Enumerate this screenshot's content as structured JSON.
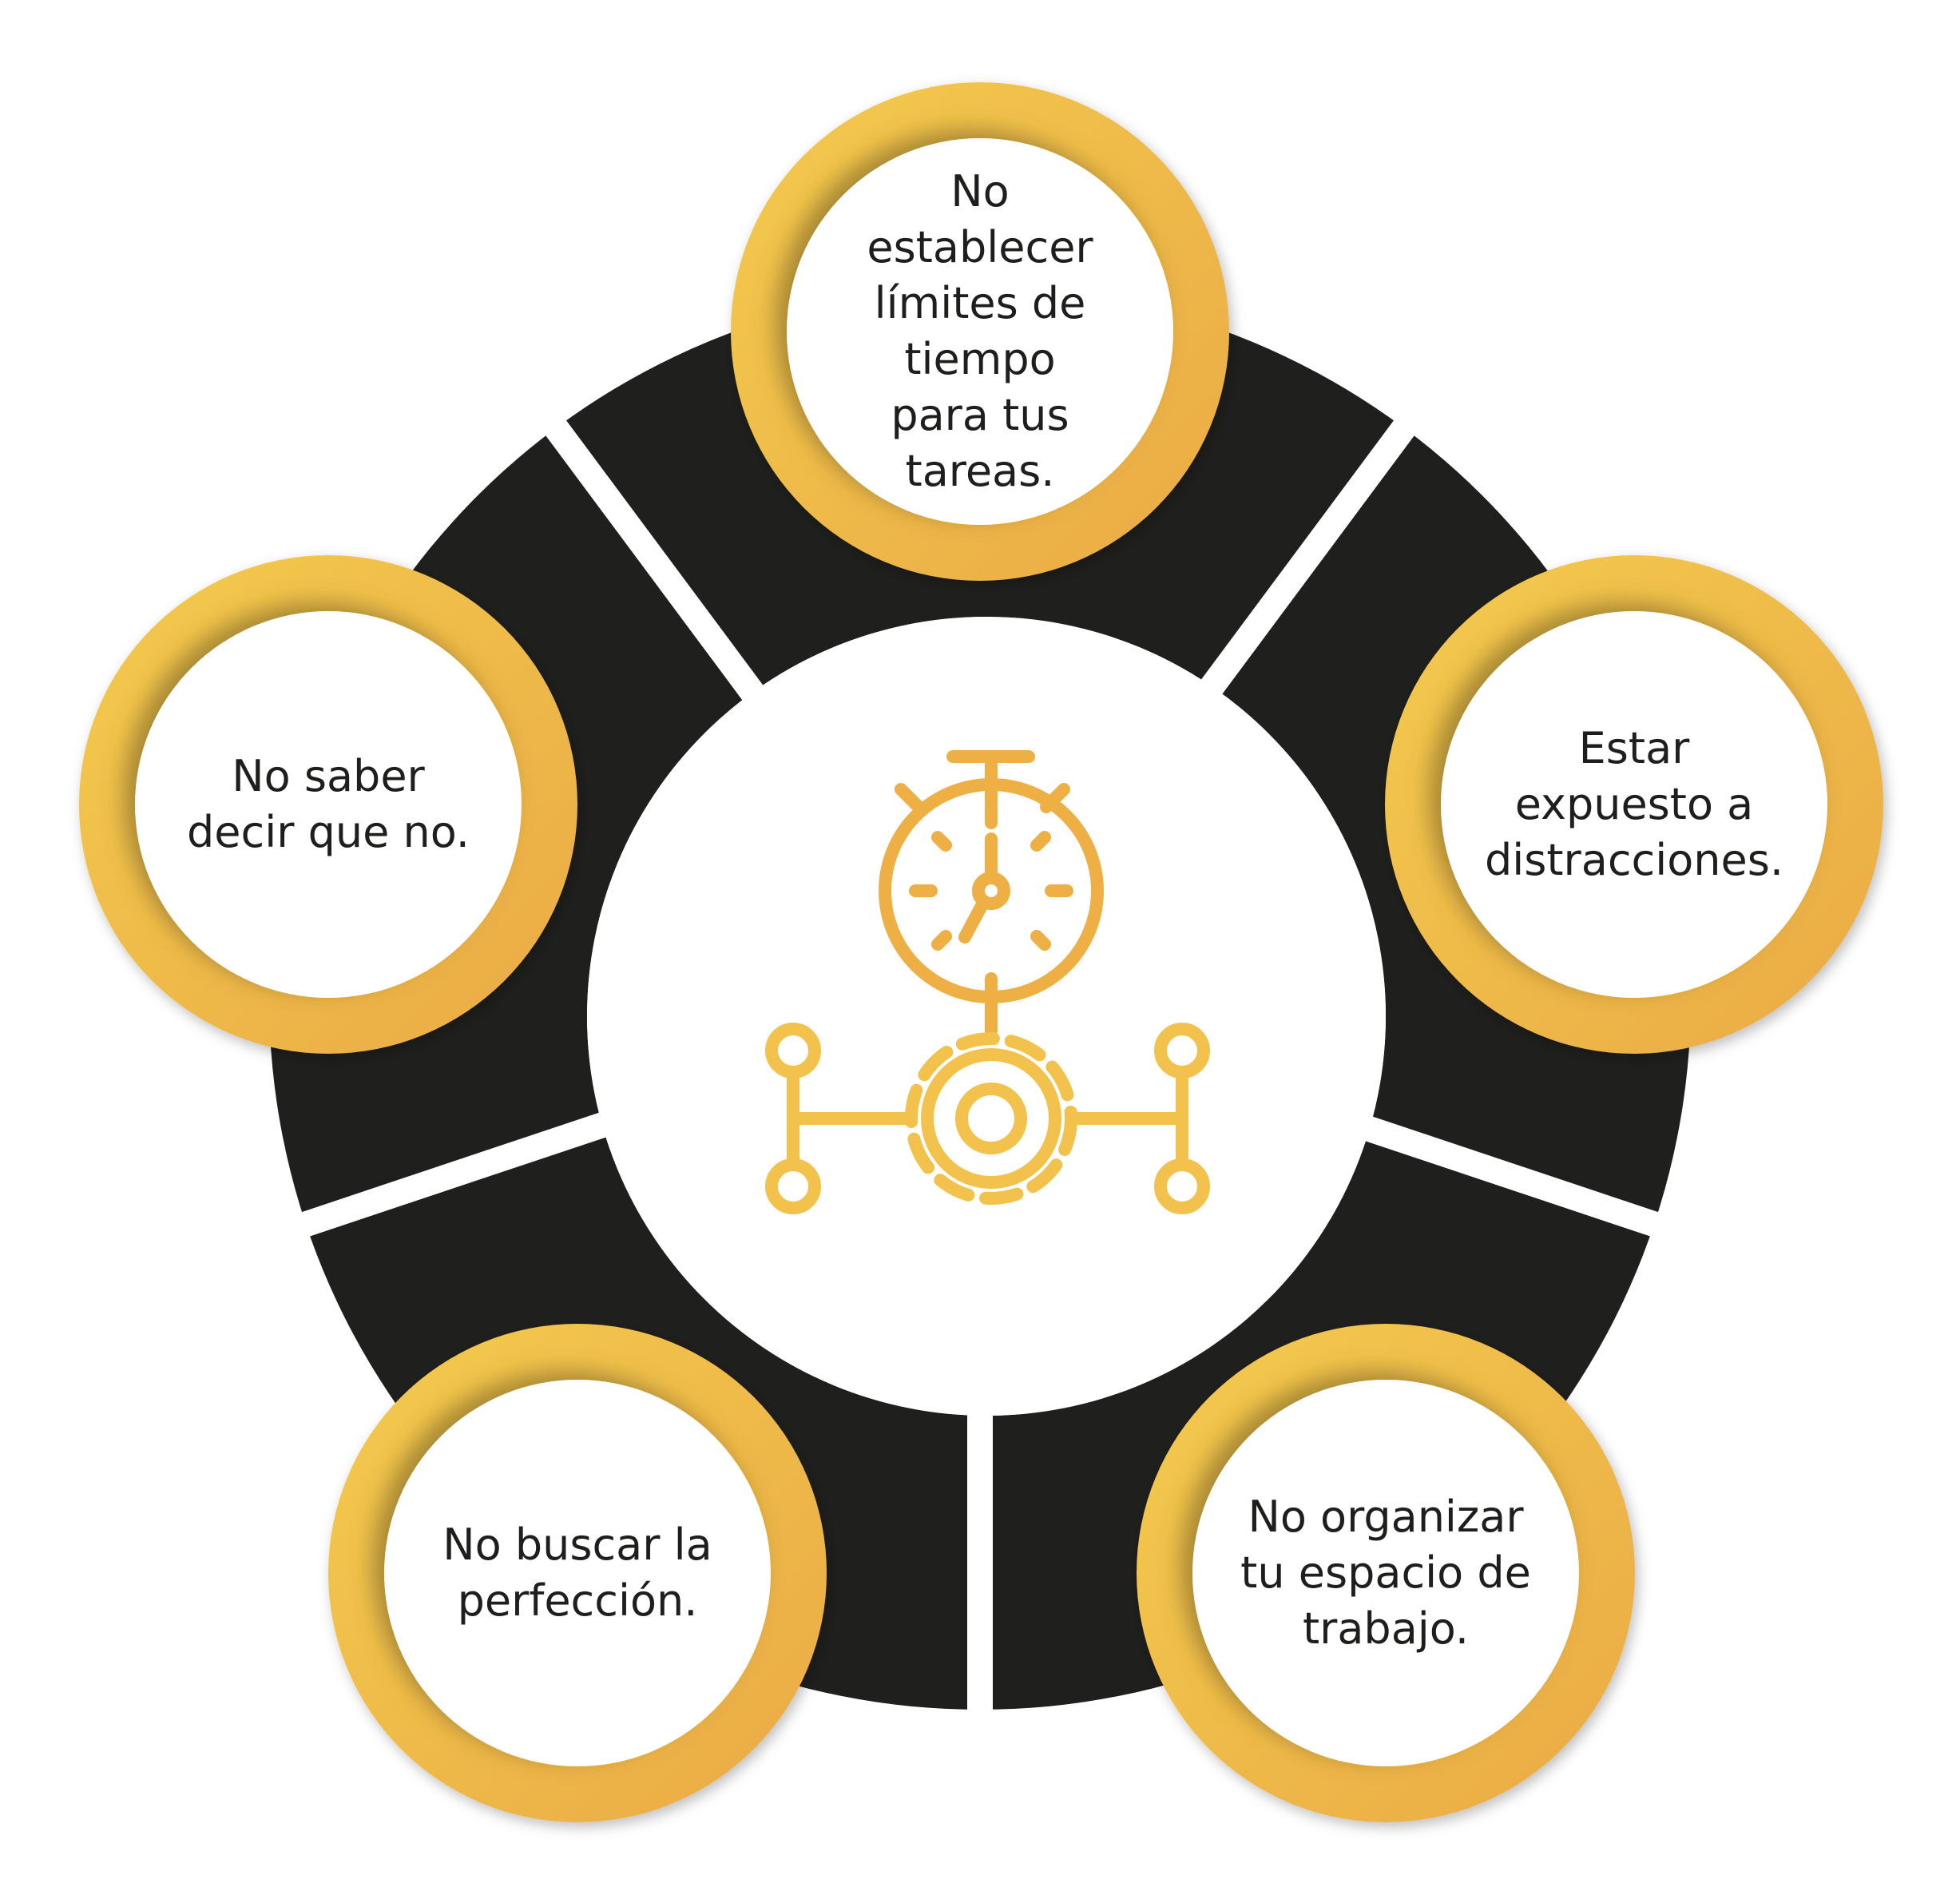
{
  "diagram": {
    "colors": {
      "ring": "#1f1f1d",
      "gold_light": "#f4cb4e",
      "gold_dark": "#eaaa45",
      "background": "#ffffff",
      "text": "#1e1e1c",
      "icon": "#eeb045"
    },
    "center_icon": "stopwatch-gear-network-icon",
    "nodes": [
      {
        "id": "top",
        "text": "No establecer límites de tiempo para tus tareas."
      },
      {
        "id": "right",
        "text": "Estar expuesto a distracciones."
      },
      {
        "id": "bottom-right",
        "text": "No organizar tu espacio de trabajo."
      },
      {
        "id": "bottom-left",
        "text": "No buscar la perfección."
      },
      {
        "id": "left",
        "text": "No saber decir que no."
      }
    ]
  }
}
